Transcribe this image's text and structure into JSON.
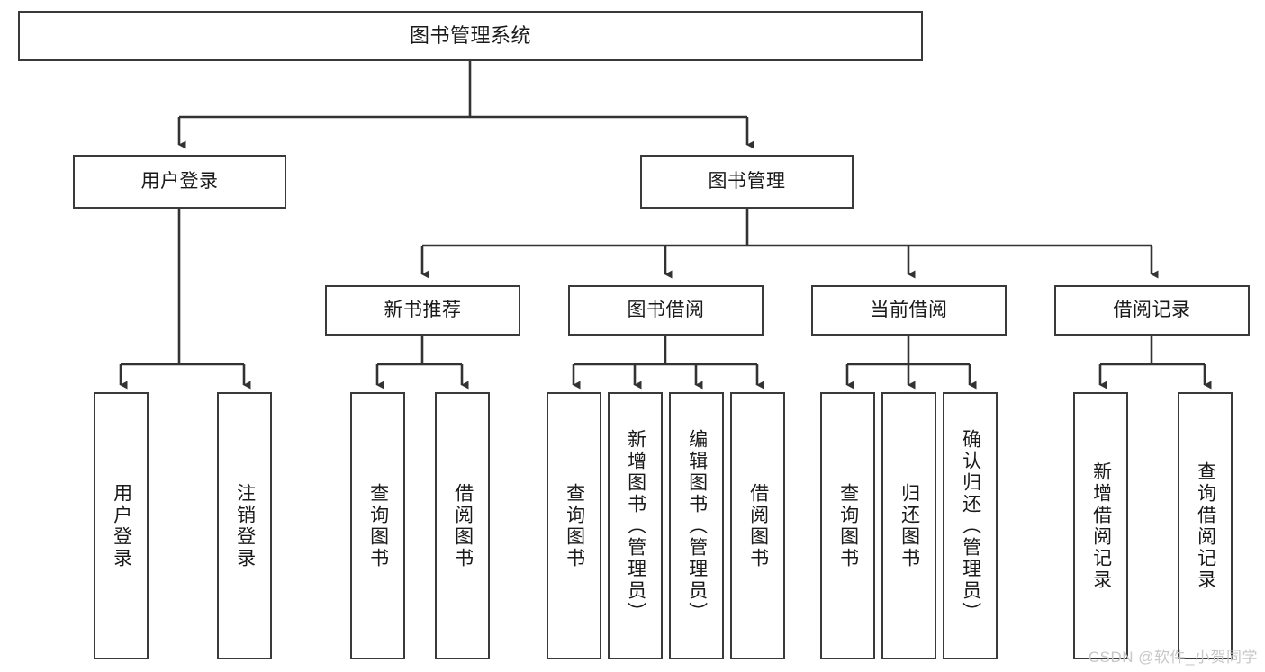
{
  "diagram": {
    "type": "tree-hierarchy",
    "title": "图书管理系统",
    "watermark": "CSDN @软件_小贺同学",
    "colors": {
      "box_border": "#3a3a3a",
      "box_fill": "#ffffff",
      "connector": "#333333",
      "text": "#1a1a1a",
      "watermark": "#c7c7c7"
    },
    "nodes": {
      "root": {
        "label": "图书管理系统",
        "orientation": "horizontal"
      },
      "level2": [
        {
          "label": "用户登录",
          "orientation": "horizontal"
        },
        {
          "label": "图书管理",
          "orientation": "horizontal"
        }
      ],
      "level3": [
        {
          "label": "新书推荐",
          "orientation": "horizontal"
        },
        {
          "label": "图书借阅",
          "orientation": "horizontal"
        },
        {
          "label": "当前借阅",
          "orientation": "horizontal"
        },
        {
          "label": "借阅记录",
          "orientation": "horizontal"
        }
      ],
      "leaves_user_login": [
        {
          "label": "用户登录",
          "orientation": "vertical"
        },
        {
          "label": "注销登录",
          "orientation": "vertical"
        }
      ],
      "leaves_new_book": [
        {
          "label": "查询图书",
          "orientation": "vertical"
        },
        {
          "label": "借阅图书",
          "orientation": "vertical"
        }
      ],
      "leaves_borrow": [
        {
          "label": "查询图书",
          "orientation": "vertical"
        },
        {
          "label": "新增图书（管理员）",
          "orientation": "vertical"
        },
        {
          "label": "编辑图书（管理员）",
          "orientation": "vertical"
        },
        {
          "label": "借阅图书",
          "orientation": "vertical"
        }
      ],
      "leaves_current": [
        {
          "label": "查询图书",
          "orientation": "vertical"
        },
        {
          "label": "归还图书",
          "orientation": "vertical"
        },
        {
          "label": "确认归还（管理员）",
          "orientation": "vertical"
        }
      ],
      "leaves_records": [
        {
          "label": "新增借阅记录",
          "orientation": "vertical"
        },
        {
          "label": "查询借阅记录",
          "orientation": "vertical"
        }
      ]
    },
    "edges": [
      {
        "from": "图书管理系统",
        "to": "用户登录"
      },
      {
        "from": "图书管理系统",
        "to": "图书管理"
      },
      {
        "from": "图书管理",
        "to": "新书推荐"
      },
      {
        "from": "图书管理",
        "to": "图书借阅"
      },
      {
        "from": "图书管理",
        "to": "当前借阅"
      },
      {
        "from": "图书管理",
        "to": "借阅记录"
      },
      {
        "from": "用户登录",
        "to": "用户登录(叶)"
      },
      {
        "from": "用户登录",
        "to": "注销登录"
      },
      {
        "from": "新书推荐",
        "to": "查询图书"
      },
      {
        "from": "新书推荐",
        "to": "借阅图书"
      },
      {
        "from": "图书借阅",
        "to": "查询图书"
      },
      {
        "from": "图书借阅",
        "to": "新增图书（管理员）"
      },
      {
        "from": "图书借阅",
        "to": "编辑图书（管理员）"
      },
      {
        "from": "图书借阅",
        "to": "借阅图书"
      },
      {
        "from": "当前借阅",
        "to": "查询图书"
      },
      {
        "from": "当前借阅",
        "to": "归还图书"
      },
      {
        "from": "当前借阅",
        "to": "确认归还（管理员）"
      },
      {
        "from": "借阅记录",
        "to": "新增借阅记录"
      },
      {
        "from": "借阅记录",
        "to": "查询借阅记录"
      }
    ]
  }
}
